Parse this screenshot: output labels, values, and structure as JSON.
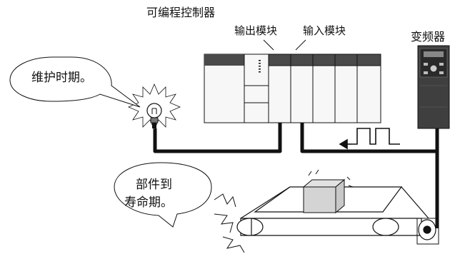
{
  "labels": {
    "plc": "可编程控制器",
    "output_module": "输出模块",
    "input_module": "输入模块",
    "inverter": "变频器"
  },
  "callouts": {
    "maintenance": "维护时期。",
    "life_line1": "部件到",
    "life_line2": "寿命期。"
  },
  "colors": {
    "line": "#111111",
    "module_header": "#4a4a4a",
    "panel_body": "#f7f7f7",
    "inverter_body": "#3f3f3f"
  }
}
